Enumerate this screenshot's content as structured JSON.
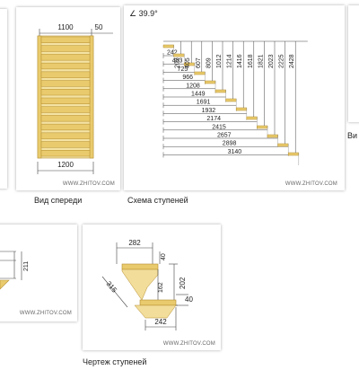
{
  "front_view": {
    "caption": "Вид спереди",
    "watermark": "WWW.ZHITOV.COM",
    "dims": {
      "top_width": "1100",
      "side": "50",
      "bottom_width": "1200"
    }
  },
  "steps_scheme": {
    "caption": "Схема ступеней",
    "watermark": "WWW.ZHITOV.COM",
    "angle": "∠ 39.9°",
    "run_labels": [
      "242",
      "483",
      "725",
      "966",
      "1208",
      "1449",
      "1691",
      "1932",
      "2174",
      "2415",
      "2657",
      "2898",
      "3140"
    ],
    "rise_labels": [
      "202",
      "405",
      "607",
      "809",
      "1012",
      "1214",
      "1416",
      "1618",
      "1821",
      "2023",
      "2225",
      "2428"
    ]
  },
  "right_partial": {
    "caption": "Ви"
  },
  "left_partial": {
    "watermark": "WWW.ZHITOV.COM",
    "dim": "211"
  },
  "step_drawing": {
    "caption": "Чертеж ступеней",
    "watermark": "WWW.ZHITOV.COM",
    "dims": {
      "top": "282",
      "h1": "40",
      "h2": "162",
      "h3": "202",
      "diag": "315",
      "h4": "40",
      "bottom": "242"
    }
  },
  "colors": {
    "wood": "#e9cb6d",
    "wood_edge": "#b58d2e",
    "dim_line": "#444444"
  }
}
